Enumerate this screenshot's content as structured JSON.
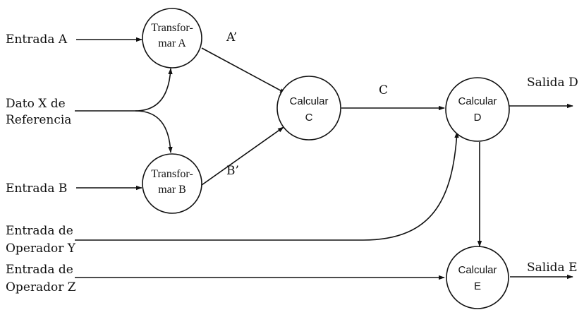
{
  "inputs": {
    "entrada_a": "Entrada A",
    "dato_x_line1": "Dato X de",
    "dato_x_line2": "Referencia",
    "entrada_b": "Entrada B",
    "operador_y_line1": "Entrada de",
    "operador_y_line2": "Operador Y",
    "operador_z_line1": "Entrada de",
    "operador_z_line2": "Operador Z"
  },
  "nodes": {
    "transformar_a": {
      "line1": "Transfor-",
      "line2": "mar A"
    },
    "transformar_b": {
      "line1": "Transfor-",
      "line2": "mar B"
    },
    "calcular_c": {
      "line1": "Calcular",
      "line2": "C"
    },
    "calcular_d": {
      "line1": "Calcular",
      "line2": "D"
    },
    "calcular_e": {
      "line1": "Calcular",
      "line2": "E"
    }
  },
  "flows": {
    "a_prime": "A’",
    "b_prime": "B’",
    "c": "C"
  },
  "outputs": {
    "salida_d": "Salida D",
    "salida_e": "Salida E"
  }
}
